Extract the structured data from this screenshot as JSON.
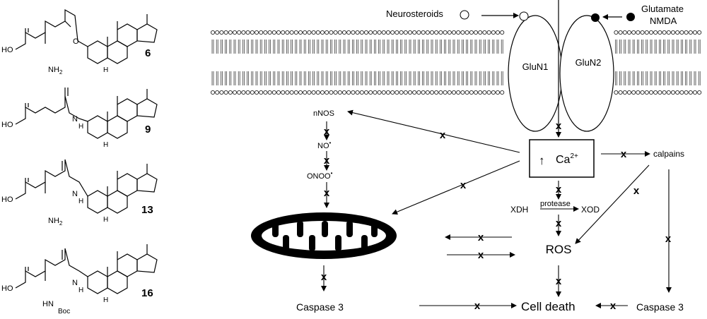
{
  "compounds": [
    {
      "label": "6",
      "acid": "HO",
      "amine": "NH",
      "amine_sub": "2",
      "linker": "O",
      "substituent": ""
    },
    {
      "label": "9",
      "acid": "HO",
      "amine": "",
      "amine_sub": "",
      "linker": "N",
      "substituent": ""
    },
    {
      "label": "13",
      "acid": "HO",
      "amine": "NH",
      "amine_sub": "2",
      "linker": "N",
      "substituent": ""
    },
    {
      "label": "16",
      "acid": "HO",
      "amine": "HN",
      "amine_sub": "",
      "linker": "N",
      "substituent": "Boc"
    }
  ],
  "steroid_atoms": {
    "h": "H",
    "nh_h": "H"
  },
  "inputs": {
    "neurosteroids": "Neurosteroids",
    "glutamate": "Glutamate",
    "nmda": "NMDA"
  },
  "receptor": {
    "subunit1": "GluN1",
    "subunit2": "GluN2"
  },
  "calcium": {
    "arrow": "↑",
    "ion": "Ca",
    "charge": "2+"
  },
  "nos_pathway": {
    "nnos": "nNOS",
    "no": "NO",
    "no_radical": "•",
    "onoo": "ONOO",
    "onoo_radical": "•"
  },
  "xanthine": {
    "xdh": "XDH",
    "protease": "protease",
    "xod": "XOD"
  },
  "nodes": {
    "calpains": "calpains",
    "ros": "ROS",
    "cell_death": "Cell death",
    "caspase_left": "Caspase 3",
    "caspase_right": "Caspase 3"
  },
  "block_mark": "x",
  "colors": {
    "block": "#cc1111",
    "line": "#000000",
    "membrane": "#222222"
  }
}
